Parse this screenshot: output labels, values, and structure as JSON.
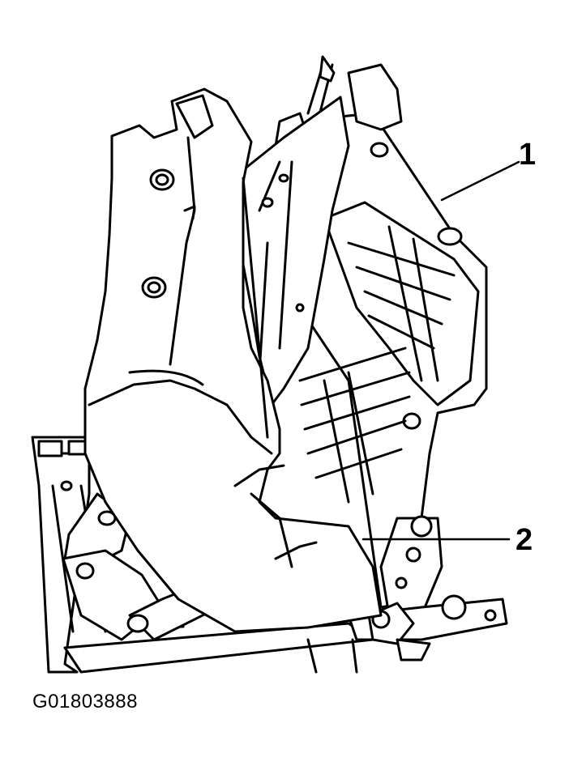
{
  "figure": {
    "figure_id": "G01803888",
    "callouts": [
      {
        "number": "1"
      },
      {
        "number": "2"
      }
    ]
  }
}
